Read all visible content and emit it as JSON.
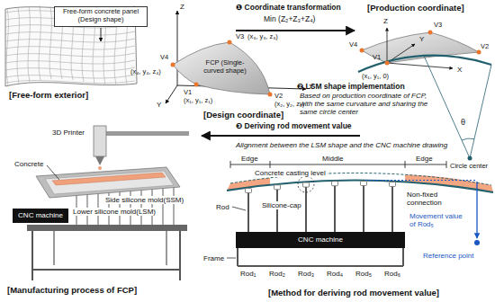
{
  "diagram": {
    "nodes": [
      {
        "text": [
          "Free-form concrete panel (Design shape)"
        ]
      },
      {
        "text": [
          "CNC machine"
        ]
      },
      {
        "text": [
          "CNC machine"
        ]
      }
    ],
    "labels": [
      "[Free-form exterior]",
      "❶ Coordinate transformation",
      "Min (Z₂+Z₃+Z₄)",
      "Z",
      "V3",
      "(x₃, y₃, z₃)",
      "V4",
      "(x₄, y₄, z₄)",
      "FCP (Single-curved shape)",
      "V1",
      "(x₁, y₁, z₁)",
      "V2",
      "(x₂, y₂, z₂)",
      "Y",
      "X",
      "[Design coordinate]",
      "[Production coordinate]",
      "Z",
      "V4",
      "V3",
      "Y",
      "X",
      "V1",
      "(x₁, y₁, 0)",
      "V2",
      "❷ LSM shape implementation",
      "Based on production coordinate of FCP, with the same curvature and sharing the same circle center",
      "θ",
      "Circle center",
      "❸ Deriving rod movement value",
      "Alignment between the LSM shape and the CNC machine drawing",
      "3D Printer",
      "Concrete",
      "Side silicone mold(SSM)",
      "Lower silicone mold(LSM)",
      "[Manufacturing process of FCP]",
      "Edge",
      "Middle",
      "Edge",
      "Concrete casting level",
      "Non-fixed connection",
      "Silicone-cap",
      "Movement value of Rod₅",
      "Rod",
      "Frame",
      "Rod₁",
      "Rod₂",
      "Rod₃",
      "Rod₄",
      "Rod₅",
      "Rod₆",
      "Reference point",
      "[Method for deriving rod movement value]"
    ]
  }
}
